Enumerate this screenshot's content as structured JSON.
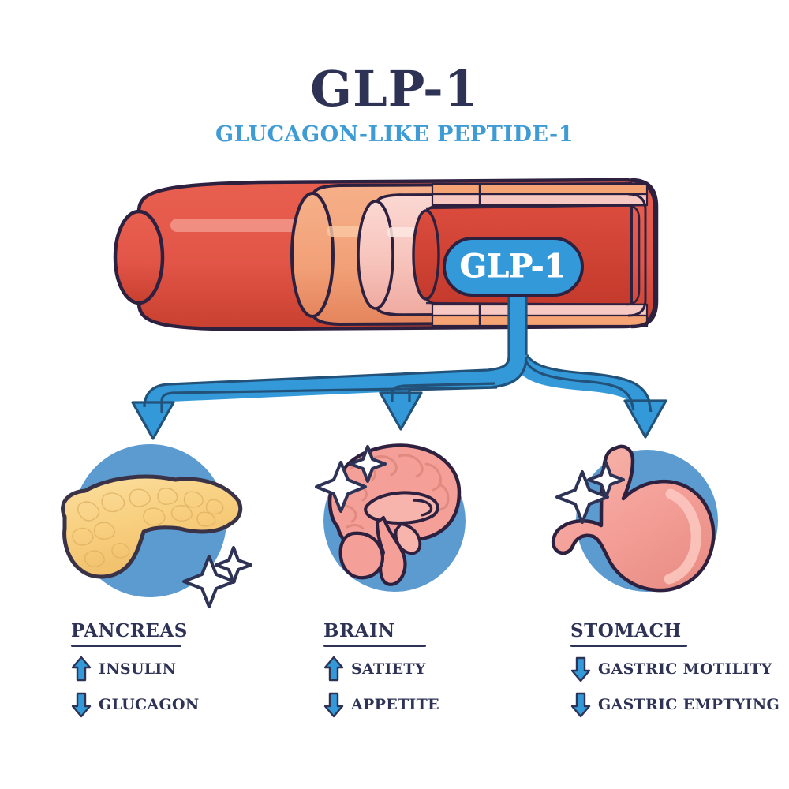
{
  "header": {
    "title": "GLP-1",
    "subtitle": "GLUCAGON-LIKE PEPTIDE-1"
  },
  "vessel": {
    "badge_label": "GLP-1",
    "icon": "blood-vessel-cutaway",
    "colors": {
      "outer_tube": "#E25548",
      "outer_tube_dark": "#C8402F",
      "highlight": "#EE8274",
      "middle_layer": "#F2A077",
      "inner_layer": "#F7C4BC",
      "lumen": "#D64638",
      "outline": "#2E2140"
    }
  },
  "colors": {
    "accent_blue": "#3E9BD4",
    "arrow_blue": "#3399D8",
    "circle_blue": "#5B9BD0",
    "dark_navy": "#2E3356",
    "organ_pink": "#F4A099",
    "pancreas_yellow": "#F8D080",
    "white": "#FFFFFF"
  },
  "arrows": {
    "branch_count": 3,
    "direction": "down",
    "color": "#3399D8"
  },
  "organs": [
    {
      "id": "pancreas",
      "icon": "pancreas-icon",
      "title": "PANCREAS",
      "effects": [
        {
          "direction": "up",
          "label": "INSULIN"
        },
        {
          "direction": "down",
          "label": "GLUCAGON"
        }
      ]
    },
    {
      "id": "brain",
      "icon": "brain-icon",
      "title": "BRAIN",
      "effects": [
        {
          "direction": "up",
          "label": "SATIETY"
        },
        {
          "direction": "down",
          "label": "APPETITE"
        }
      ]
    },
    {
      "id": "stomach",
      "icon": "stomach-icon",
      "title": "STOMACH",
      "effects": [
        {
          "direction": "down",
          "label": "GASTRIC MOTILITY"
        },
        {
          "direction": "down",
          "label": "GASTRIC EMPTYING"
        }
      ]
    }
  ]
}
